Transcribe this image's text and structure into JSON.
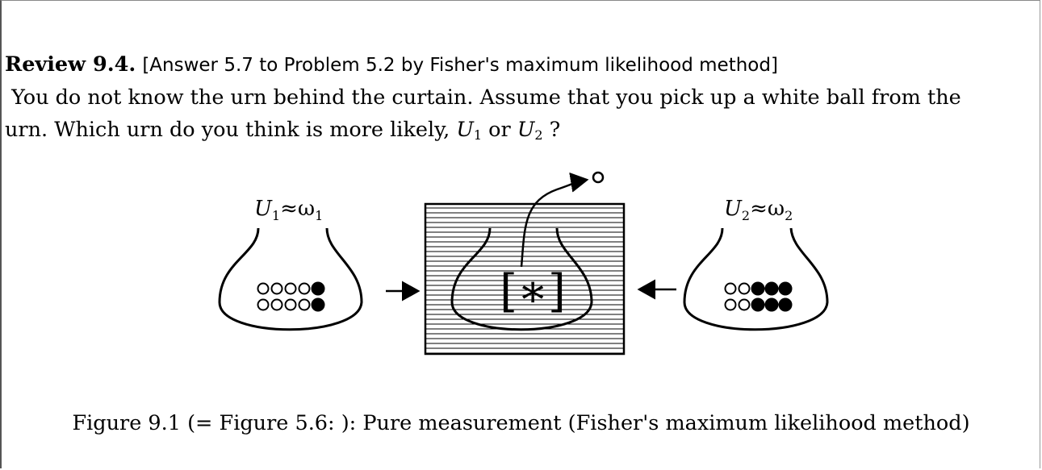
{
  "review": {
    "label": "Review 9.4.",
    "title": "[Answer 5.7 to Problem 5.2 by Fisher's maximum likelihood method]",
    "line1": " You do not know the urn behind the curtain. Assume that you pick up a white ball from the",
    "line2_pre": "urn. Which urn do you think is more likely, ",
    "u1": "U",
    "u1_sub": "1",
    "or": " or ",
    "u2": "U",
    "u2_sub": "2",
    "line2_post": " ?"
  },
  "diagram": {
    "urn1_label_u": "U",
    "urn1_label_u_sub": "1",
    "urn1_label_rel": "≈ω",
    "urn1_label_w_sub": "1",
    "urn2_label_u": "U",
    "urn2_label_u_sub": "2",
    "urn2_label_rel": "≈ω",
    "urn2_label_w_sub": "2",
    "hidden_symbol": "[∗]",
    "urn1_balls": {
      "white": 8,
      "black": 2
    },
    "urn2_balls": {
      "white": 4,
      "black": 6
    }
  },
  "caption": "Figure 9.1 (= Figure 5.6: ): Pure measurement (Fisher's maximum likelihood method)"
}
